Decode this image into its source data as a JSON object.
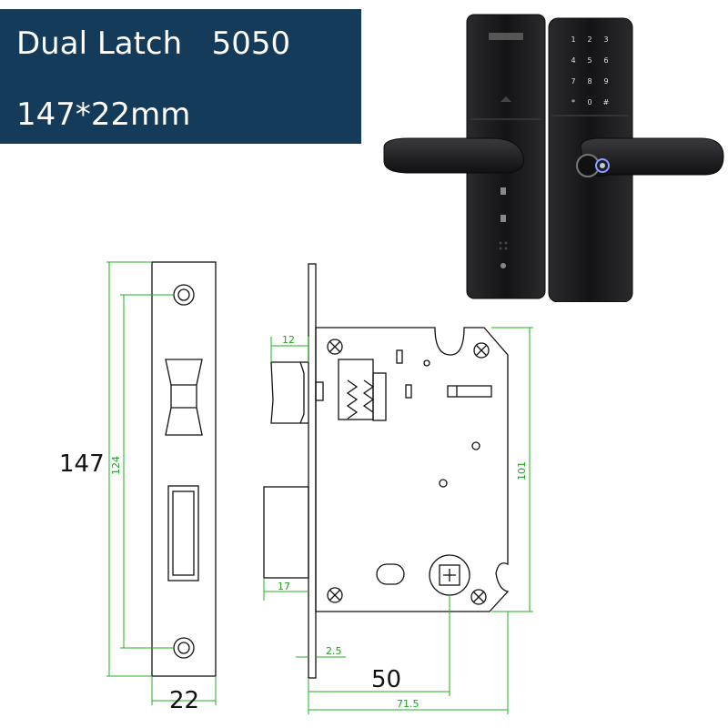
{
  "header": {
    "title": "Dual Latch",
    "model": "5050",
    "size": "147*22mm"
  },
  "dimensions": {
    "faceplate_height": "147",
    "screw_spacing": "124",
    "faceplate_width": "22",
    "latch_projection": "12",
    "deadbolt_projection": "17",
    "faceplate_thickness": "2.5",
    "backset": "50",
    "case_depth": "71.5",
    "case_height": "101"
  },
  "colors": {
    "header_bg": "#143c5a",
    "dimension_line": "#22b022",
    "drawing_line": "#111111",
    "lock_body": "#1c1c1e"
  },
  "icons": {
    "screw": "screw-head-icon",
    "fingerprint": "fingerprint-sensor-icon",
    "keypad": "keypad-icon"
  }
}
